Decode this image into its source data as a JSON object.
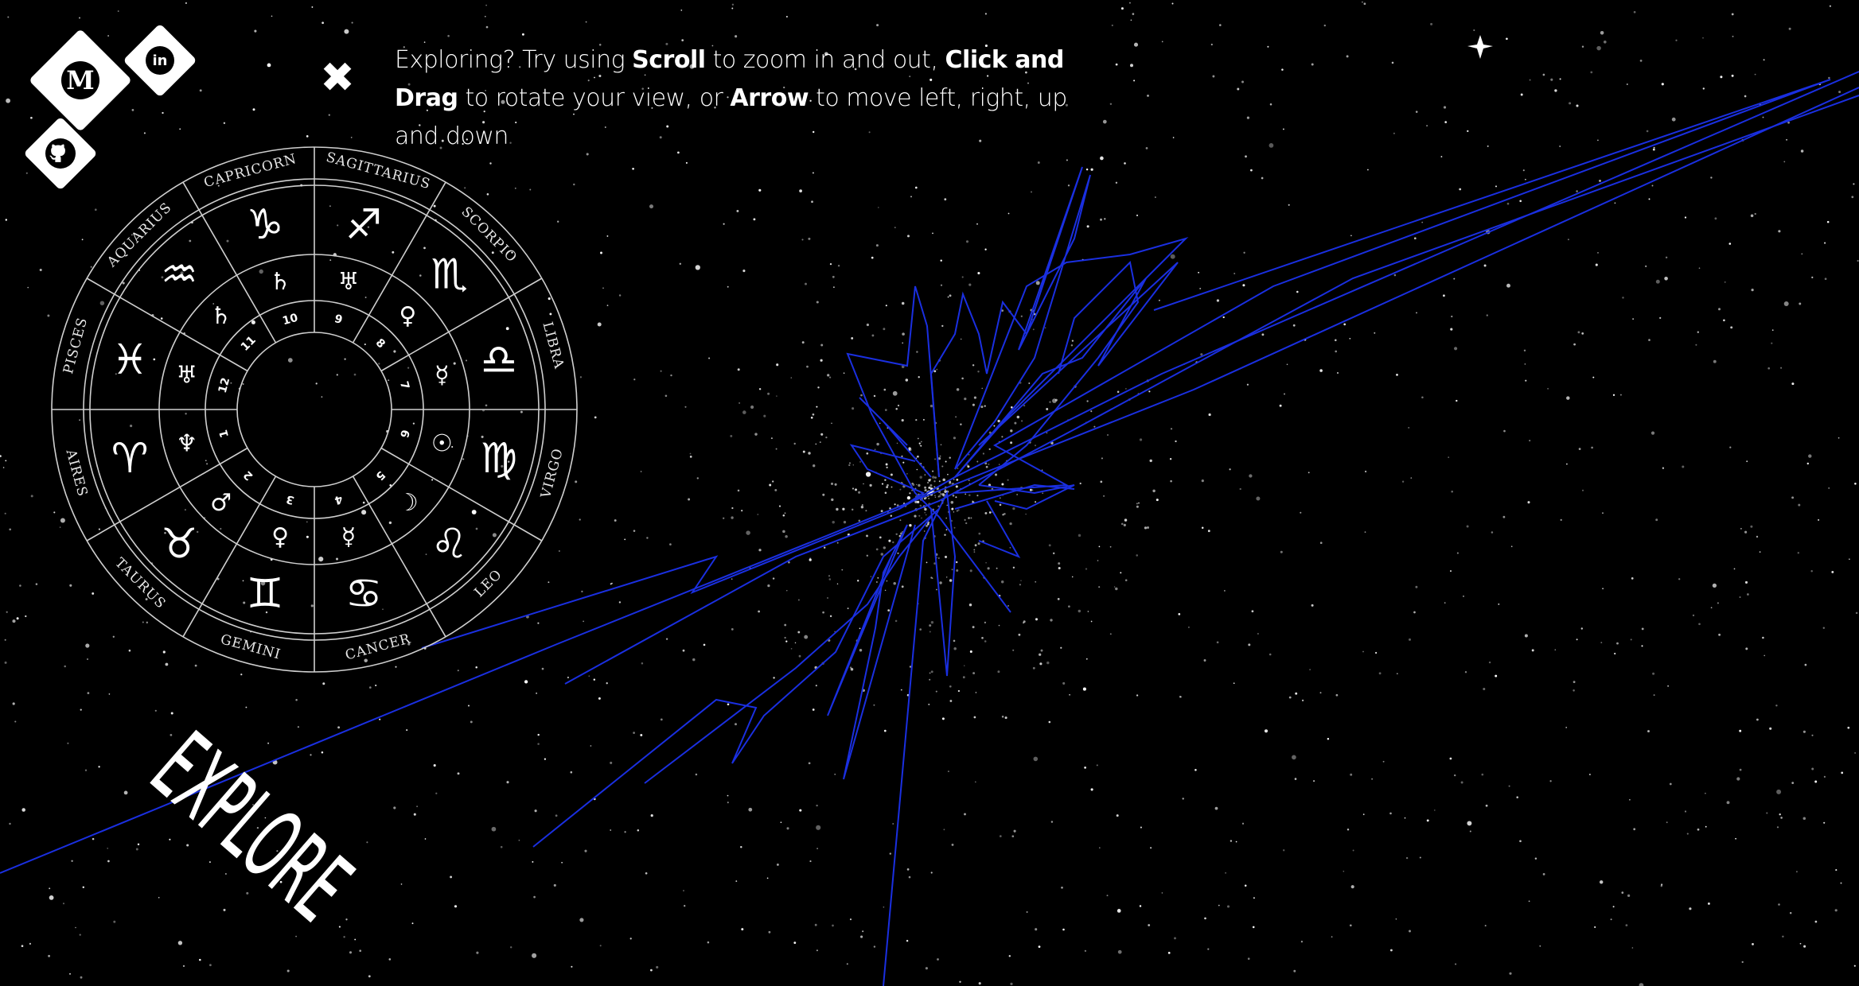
{
  "social": {
    "medium_letter": "M",
    "linkedin_text": "in"
  },
  "hint": {
    "close_symbol": "✖",
    "part1": "Exploring? Try using ",
    "scroll": "Scroll",
    "part2": " to zoom in and out, ",
    "drag": "Click and Drag",
    "part3": " to rotate your view, or ",
    "arrow": "Arrow",
    "part4": " to move left, right, up and down"
  },
  "zodiac": {
    "signs": [
      "CAPRICORN",
      "SAGITTARIUS",
      "SCORPIO",
      "LIBRA",
      "VIRGO",
      "LEO",
      "CANCER",
      "GEMINI",
      "TAURUS",
      "AIRES",
      "PISCES",
      "AQUARIUS"
    ],
    "sign_symbols": [
      "♑",
      "♐",
      "♏",
      "♎",
      "♍",
      "♌",
      "♋",
      "♊",
      "♉",
      "♈",
      "♓",
      "♒"
    ],
    "planet_symbols": [
      "♄",
      "♅",
      "♀",
      "☿",
      "☉",
      "☽",
      "☿",
      "♀",
      "♂",
      "♆",
      "♅",
      "♄"
    ],
    "house_numbers": [
      "10",
      "9",
      "8",
      "7",
      "6",
      "5",
      "4",
      "3",
      "2",
      "1",
      "12",
      "11"
    ]
  },
  "explore_label": "EXPLORE",
  "colors": {
    "background": "#000000",
    "constellation_lines": "#1a2fe0",
    "stars": "#ffffff"
  }
}
